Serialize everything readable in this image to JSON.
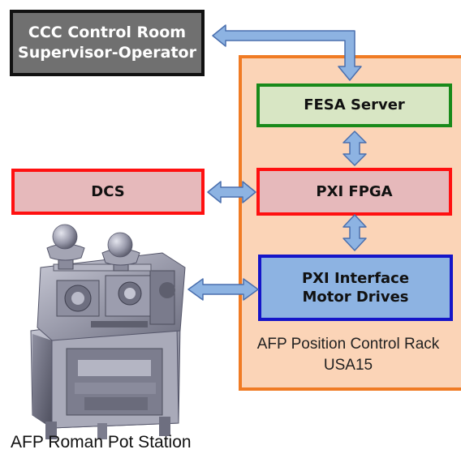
{
  "boxes": {
    "ccc": {
      "lines": [
        "CCC Control Room",
        "Supervisor-Operator"
      ],
      "fill": "#707070",
      "border": "#111111"
    },
    "fesa": {
      "lines": [
        "FESA Server"
      ],
      "fill": "#d8e6c4",
      "border": "#198a1a"
    },
    "pxi_fpga": {
      "lines": [
        "PXI FPGA"
      ],
      "fill": "#e6b9bb",
      "border": "#ff1010"
    },
    "dcs": {
      "lines": [
        "DCS"
      ],
      "fill": "#e6b9bb",
      "border": "#ff1010"
    },
    "pxi_interface": {
      "lines": [
        "PXI Interface",
        "Motor Drives"
      ],
      "fill": "#8db3e2",
      "border": "#1515c8"
    }
  },
  "rack": {
    "label_lines": [
      "AFP Position Control Rack",
      "USA15"
    ],
    "fill": "#fbd4b7",
    "border": "#f07b24"
  },
  "station": {
    "label": "AFP Roman Pot Station"
  },
  "arrows": {
    "fill": "#8db3e2",
    "stroke": "#4a6fae",
    "connections": [
      [
        "CCC Control Room",
        "FESA Server"
      ],
      [
        "FESA Server",
        "PXI FPGA"
      ],
      [
        "DCS",
        "PXI FPGA"
      ],
      [
        "PXI FPGA",
        "PXI Interface"
      ],
      [
        "AFP Roman Pot Station",
        "PXI Interface"
      ]
    ]
  }
}
